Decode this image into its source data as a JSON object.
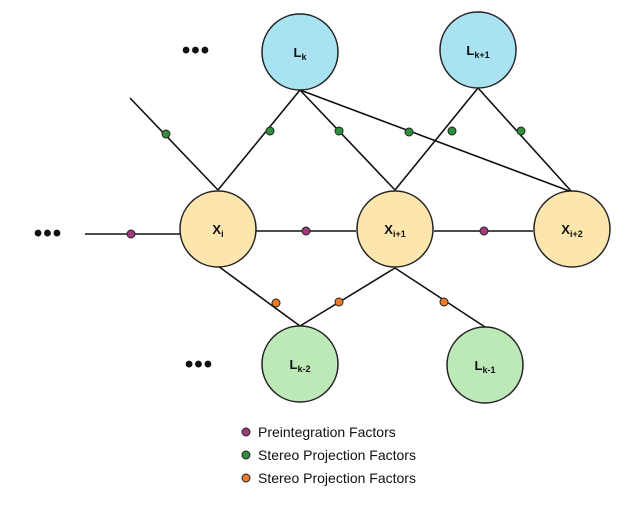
{
  "colors": {
    "landmark_blue": "#a9e3f2",
    "pose_yellow": "#fde6ad",
    "landmark_green": "#bde8b8",
    "factor_purple": "#a03a7e",
    "factor_green": "#2f8f3a",
    "factor_orange": "#ef7a2a"
  },
  "nodes": {
    "lk": {
      "base": "L",
      "sub": "k"
    },
    "lk1": {
      "base": "L",
      "sub": "k+1"
    },
    "xi": {
      "base": "X",
      "sub": "i"
    },
    "xi1": {
      "base": "X",
      "sub": "i+1"
    },
    "xi2": {
      "base": "X",
      "sub": "i+2"
    },
    "lkm2": {
      "base": "L",
      "sub": "k-2"
    },
    "lkm1": {
      "base": "L",
      "sub": "k-1"
    }
  },
  "ellipsis": {
    "top": "•••",
    "left": "•••",
    "bottom": "•••"
  },
  "legend": [
    {
      "label": "Preintegration Factors",
      "color": "#a03a7e"
    },
    {
      "label": "Stereo Projection Factors",
      "color": "#2f8f3a"
    },
    {
      "label": "Stereo Projection Factors",
      "color": "#ef7a2a"
    }
  ]
}
